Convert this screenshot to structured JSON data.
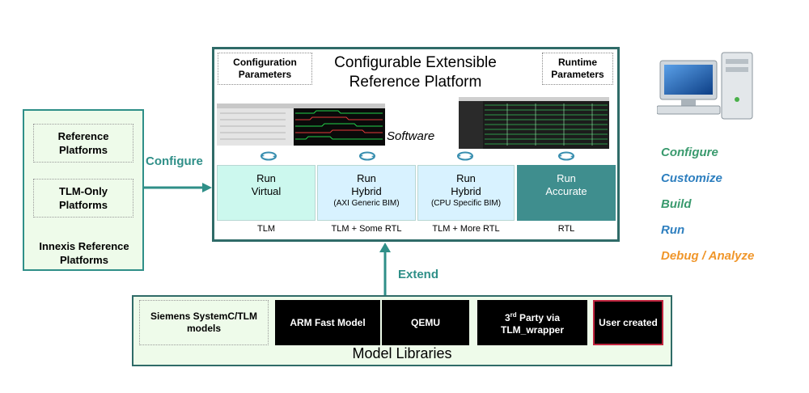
{
  "left_panel": {
    "reference": "Reference Platforms",
    "tlm_only": "TLM-Only Platforms",
    "innexis": "Innexis Reference Platforms"
  },
  "configure_arrow_label": "Configure",
  "main": {
    "title": "Configurable Extensible Reference Platform",
    "config_params": "Configuration Parameters",
    "runtime_params": "Runtime Parameters",
    "software": "Software",
    "runs": [
      {
        "line1": "Run",
        "line2": "Virtual",
        "line3": "",
        "caption": "TLM"
      },
      {
        "line1": "Run",
        "line2": "Hybrid",
        "line3": "(AXI Generic BIM)",
        "caption": "TLM + Some RTL"
      },
      {
        "line1": "Run",
        "line2": "Hybrid",
        "line3": "(CPU Specific BIM)",
        "caption": "TLM + More RTL"
      },
      {
        "line1": "Run",
        "line2": "Accurate",
        "line3": "",
        "caption": "RTL"
      }
    ]
  },
  "extend_label": "Extend",
  "libraries": {
    "title": "Model Libraries",
    "siemens": "Siemens SystemC/TLM models",
    "arm": "ARM Fast Model",
    "qemu": "QEMU",
    "third_party_pre": "3",
    "third_party_sup": "rd",
    "third_party_post": " Party via",
    "third_party_line2": "TLM_wrapper",
    "user": "User created"
  },
  "steps": [
    {
      "label": "Configure",
      "color": "#3a9a6e"
    },
    {
      "label": "Customize",
      "color": "#2e7fbf"
    },
    {
      "label": "Build",
      "color": "#3a9a6e"
    },
    {
      "label": "Run",
      "color": "#2e7fbf"
    },
    {
      "label": "Debug / Analyze",
      "color": "#f0962a"
    }
  ]
}
